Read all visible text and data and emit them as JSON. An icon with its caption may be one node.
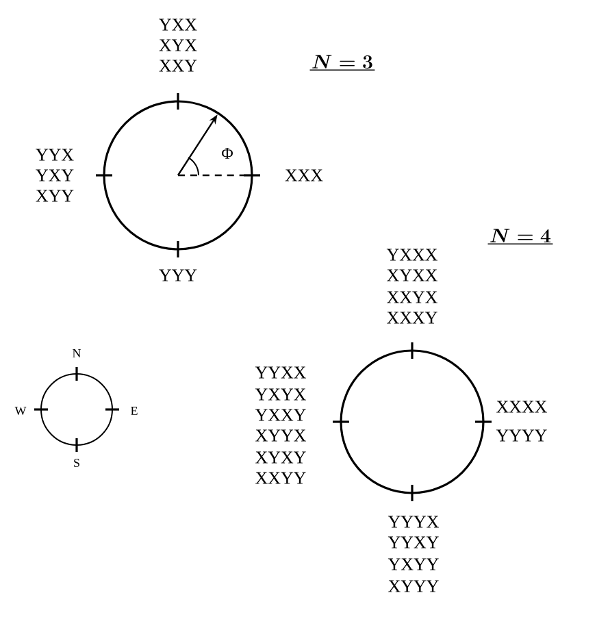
{
  "diagram": {
    "labels": [
      "N = 3",
      "YXX",
      "XYX",
      "XXY",
      "YYX",
      "YXY",
      "XYY",
      "Φ",
      "XXX",
      "N = 4",
      "YYY",
      "YXXX",
      "XYXX",
      "XXYX",
      "XXXY",
      "N",
      "YYXX",
      "YXYX",
      "YXXY",
      "W",
      "E",
      "XXXX",
      "YYYY",
      "XYYX",
      "XYXY",
      "XXYY",
      "S",
      "YYYX",
      "YYXY",
      "YXYY",
      "XYYY"
    ]
  }
}
